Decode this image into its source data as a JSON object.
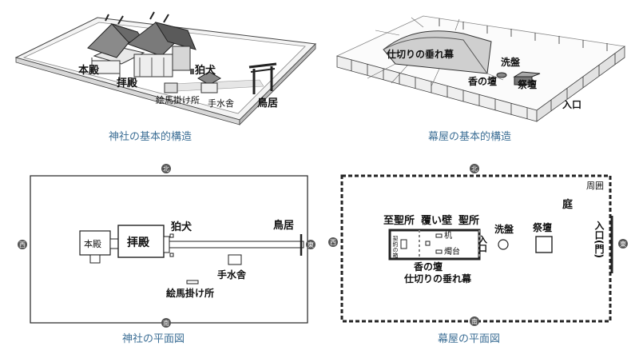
{
  "shrine_3d": {
    "caption": "神社の基本的構造",
    "labels": {
      "honden": "本殿",
      "haiden": "拝殿",
      "komainu": "狛犬",
      "ema": "絵馬掛け所",
      "temizuya": "手水舎",
      "torii": "鳥居"
    }
  },
  "tabernacle_3d": {
    "caption": "幕屋の基本的構造",
    "labels": {
      "veil": "仕切りの垂れ幕",
      "laver": "洗盤",
      "incense_altar": "香の壇",
      "altar": "祭壇",
      "entrance": "入口"
    }
  },
  "shrine_plan": {
    "caption": "神社の平面図",
    "labels": {
      "honden": "本殿",
      "haiden": "拝殿",
      "komainu": "狛犬",
      "torii": "鳥居",
      "temizuya": "手水舎",
      "ema": "絵馬掛け所"
    },
    "compass": {
      "north": "北",
      "south": "南",
      "east": "東",
      "west": "西"
    }
  },
  "tabernacle_plan": {
    "caption": "幕屋の平面図",
    "labels": {
      "court": "庭",
      "fence": "周囲",
      "holy_of_holies": "至聖所",
      "covering_wall": "覆い壁",
      "holy_place": "聖所",
      "ark": "契約の箱",
      "table": "机",
      "lampstand": "燭台",
      "entrance_inner": "入口",
      "laver": "洗盤",
      "altar": "祭壇",
      "entrance_gate": "入口(門)",
      "incense_altar": "香の壇",
      "veil": "仕切りの垂れ幕"
    },
    "compass": {
      "north": "北",
      "south": "南",
      "east": "東",
      "west": "西"
    }
  }
}
